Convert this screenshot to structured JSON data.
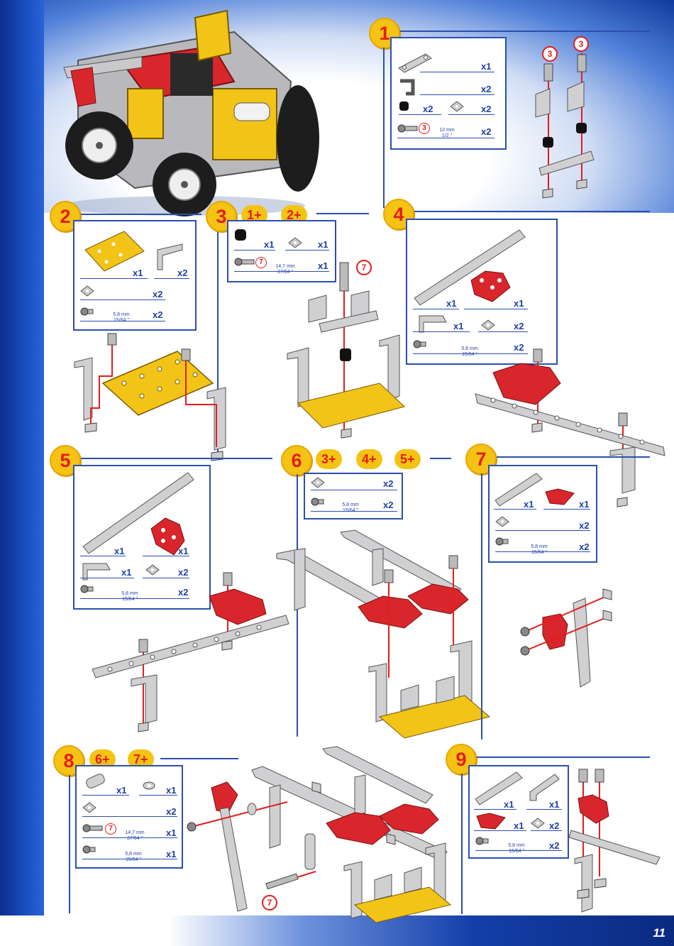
{
  "page_number": "11",
  "steps": [
    {
      "number": "1",
      "parts": [
        {
          "qty": "x1"
        },
        {
          "qty": "x2"
        },
        {
          "qty": "x2"
        },
        {
          "qty": "x2"
        },
        {
          "qty": "x2"
        }
      ],
      "measure": {
        "mm": "12 mm",
        "inch": "1/2 \""
      },
      "ref": "3",
      "callouts": [
        "3",
        "3"
      ]
    },
    {
      "number": "2",
      "parts": [
        {
          "qty": "x1"
        },
        {
          "qty": "x2"
        },
        {
          "qty": "x2"
        },
        {
          "qty": "x2"
        }
      ],
      "measure": {
        "mm": "5,8 mm",
        "inch": "15/64 \""
      }
    },
    {
      "number": "3",
      "prereqs": [
        "1+",
        "2+"
      ],
      "parts": [
        {
          "qty": "x1"
        },
        {
          "qty": "x1"
        },
        {
          "qty": "x1"
        }
      ],
      "measure": {
        "mm": "14,7 mm",
        "inch": "37/64 \""
      },
      "ref": "7",
      "callout": "7"
    },
    {
      "number": "4",
      "parts": [
        {
          "qty": "x1"
        },
        {
          "qty": "x1"
        },
        {
          "qty": "x1"
        },
        {
          "qty": "x2"
        },
        {
          "qty": "x2"
        }
      ],
      "measure": {
        "mm": "5,8 mm",
        "inch": "15/64 \""
      }
    },
    {
      "number": "5",
      "parts": [
        {
          "qty": "x1"
        },
        {
          "qty": "x1"
        },
        {
          "qty": "x1"
        },
        {
          "qty": "x2"
        },
        {
          "qty": "x2"
        }
      ],
      "measure": {
        "mm": "5,8 mm",
        "inch": "15/64 \""
      }
    },
    {
      "number": "6",
      "prereqs": [
        "3+",
        "4+",
        "5+"
      ],
      "parts": [
        {
          "qty": "x2"
        },
        {
          "qty": "x2"
        }
      ],
      "measure": {
        "mm": "5,8 mm",
        "inch": "15/64 \""
      }
    },
    {
      "number": "7",
      "parts": [
        {
          "qty": "x1"
        },
        {
          "qty": "x1"
        },
        {
          "qty": "x2"
        },
        {
          "qty": "x2"
        }
      ],
      "measure": {
        "mm": "5,8 mm",
        "inch": "15/64 \""
      }
    },
    {
      "number": "8",
      "prereqs": [
        "6+",
        "7+"
      ],
      "parts": [
        {
          "qty": "x1"
        },
        {
          "qty": "x1"
        },
        {
          "qty": "x2"
        },
        {
          "qty": "x1"
        },
        {
          "qty": "x1"
        }
      ],
      "measure": {
        "mm": "14,7 mm",
        "inch": "37/64 \""
      },
      "measure2": {
        "mm": "5,8 mm",
        "inch": "15/64 \""
      },
      "ref": "7",
      "callout": "7"
    },
    {
      "number": "9",
      "parts": [
        {
          "qty": "x1"
        },
        {
          "qty": "x1"
        },
        {
          "qty": "x1"
        },
        {
          "qty": "x2"
        },
        {
          "qty": "x2"
        }
      ],
      "measure": {
        "mm": "5,8 mm",
        "inch": "15/64 \""
      }
    }
  ],
  "colors": {
    "accent_blue": "#2b4fb0",
    "badge_yellow": "#f5c313",
    "badge_text_red": "#e41d1d",
    "part_red": "#d8262c",
    "plate_yellow": "#f2c417",
    "metal": "#c9c9cc"
  }
}
